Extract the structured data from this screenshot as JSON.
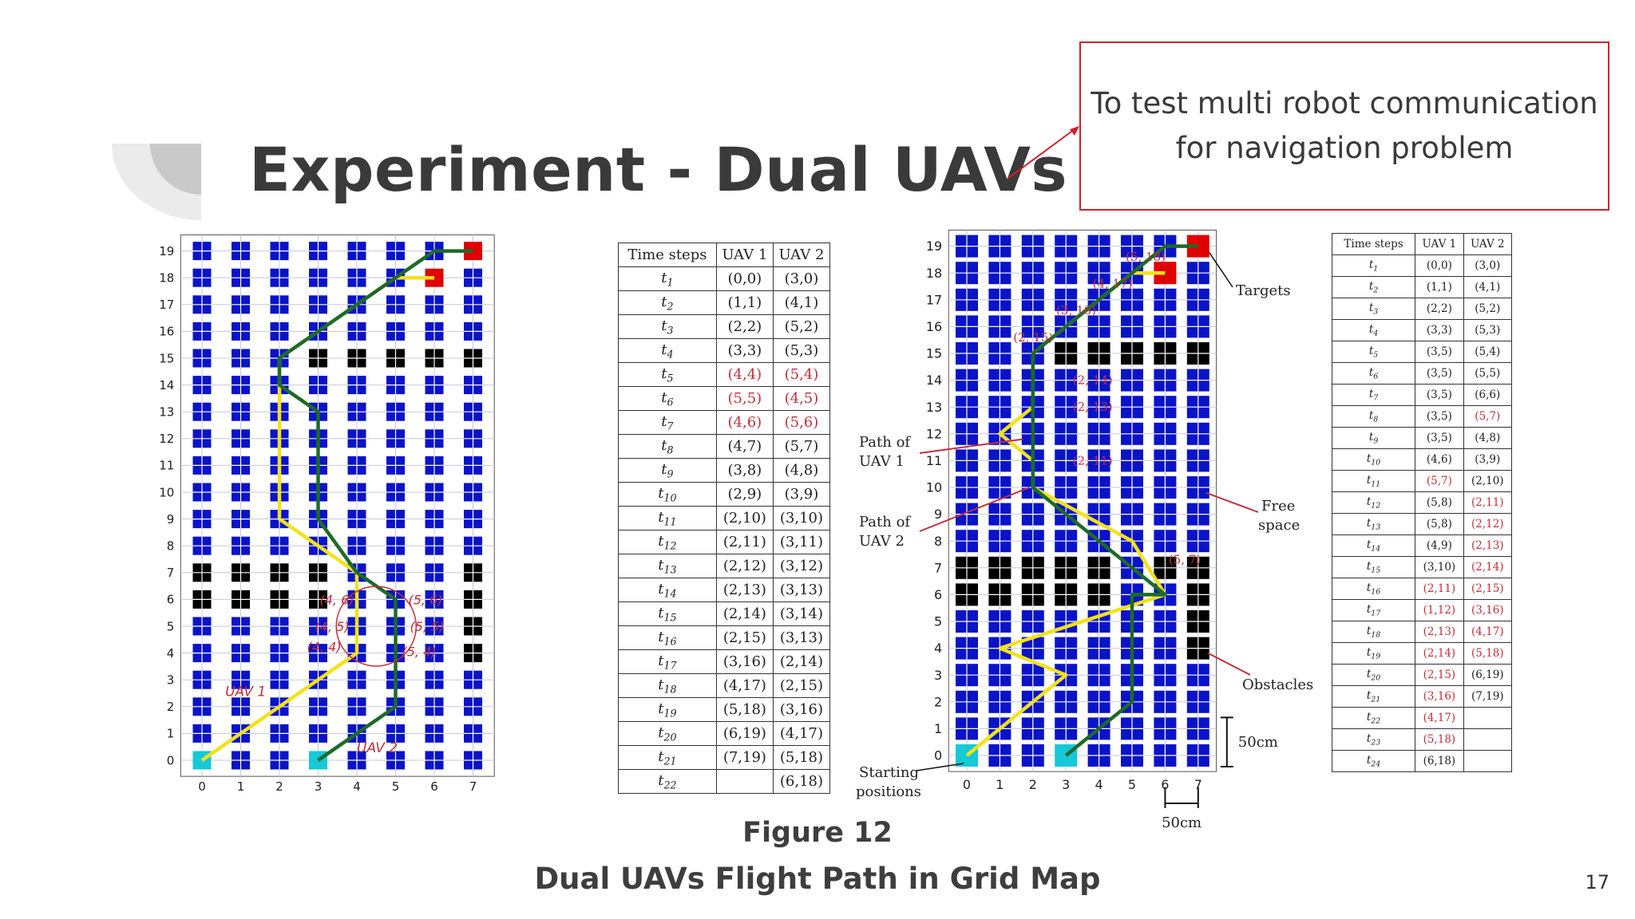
{
  "slide": {
    "title": "Experiment - Dual UAVs",
    "callout_line1": "To test multi robot communication",
    "callout_line2": "for navigation problem",
    "figure_number": "Figure 12",
    "figure_title": "Dual UAVs Flight Path in Grid Map",
    "page_number": "17"
  },
  "colors": {
    "accent": "#d0202a",
    "cell": "#0a13c8",
    "obstacle": "#000000",
    "start": "#16c8d8",
    "target": "#e00000",
    "path_uav1": "#f2e21a",
    "path_uav2": "#1e6a28"
  },
  "left_map": {
    "x_ticks": [
      "0",
      "1",
      "2",
      "3",
      "4",
      "5",
      "6",
      "7"
    ],
    "y_ticks": [
      "0",
      "1",
      "2",
      "3",
      "4",
      "5",
      "6",
      "7",
      "8",
      "9",
      "10",
      "11",
      "12",
      "13",
      "14",
      "15",
      "16",
      "17",
      "18",
      "19"
    ],
    "label_uav1": "UAV 1",
    "label_uav2": "UAV 2",
    "conflict_labels": [
      "(4, 6)",
      "(5, 6)",
      "(4, 5)",
      "(5, 5)",
      "(4, 4)",
      "(5, 4)"
    ],
    "obstacles": [
      [
        0,
        7
      ],
      [
        1,
        7
      ],
      [
        2,
        7
      ],
      [
        3,
        7
      ],
      [
        7,
        7
      ],
      [
        0,
        6
      ],
      [
        1,
        6
      ],
      [
        2,
        6
      ],
      [
        3,
        6
      ],
      [
        7,
        6
      ],
      [
        7,
        5
      ],
      [
        7,
        4
      ],
      [
        3,
        15
      ],
      [
        4,
        15
      ],
      [
        5,
        15
      ],
      [
        6,
        15
      ],
      [
        7,
        15
      ]
    ],
    "starts": [
      [
        0,
        0
      ],
      [
        3,
        0
      ]
    ],
    "targets": [
      [
        6,
        18
      ],
      [
        7,
        19
      ]
    ],
    "path_uav1": [
      [
        0,
        0
      ],
      [
        4,
        4
      ],
      [
        4,
        7
      ],
      [
        2,
        9
      ],
      [
        2,
        15
      ],
      [
        3,
        16
      ],
      [
        4,
        17
      ],
      [
        5,
        18
      ],
      [
        6,
        18
      ]
    ],
    "path_uav2": [
      [
        3,
        0
      ],
      [
        5,
        2
      ],
      [
        5,
        6
      ],
      [
        4,
        7
      ],
      [
        3,
        9
      ],
      [
        3,
        13
      ],
      [
        2,
        14
      ],
      [
        2,
        15
      ],
      [
        6,
        19
      ],
      [
        7,
        19
      ]
    ]
  },
  "table_left": {
    "headers": [
      "Time steps",
      "UAV 1",
      "UAV 2"
    ],
    "rows": [
      {
        "t": "t1",
        "u1": "(0,0)",
        "u2": "(3,0)",
        "r1": false,
        "r2": false
      },
      {
        "t": "t2",
        "u1": "(1,1)",
        "u2": "(4,1)",
        "r1": false,
        "r2": false
      },
      {
        "t": "t3",
        "u1": "(2,2)",
        "u2": "(5,2)",
        "r1": false,
        "r2": false
      },
      {
        "t": "t4",
        "u1": "(3,3)",
        "u2": "(5,3)",
        "r1": false,
        "r2": false
      },
      {
        "t": "t5",
        "u1": "(4,4)",
        "u2": "(5,4)",
        "r1": true,
        "r2": true
      },
      {
        "t": "t6",
        "u1": "(5,5)",
        "u2": "(4,5)",
        "r1": true,
        "r2": true
      },
      {
        "t": "t7",
        "u1": "(4,6)",
        "u2": "(5,6)",
        "r1": true,
        "r2": true
      },
      {
        "t": "t8",
        "u1": "(4,7)",
        "u2": "(5,7)",
        "r1": false,
        "r2": false
      },
      {
        "t": "t9",
        "u1": "(3,8)",
        "u2": "(4,8)",
        "r1": false,
        "r2": false
      },
      {
        "t": "t10",
        "u1": "(2,9)",
        "u2": "(3,9)",
        "r1": false,
        "r2": false
      },
      {
        "t": "t11",
        "u1": "(2,10)",
        "u2": "(3,10)",
        "r1": false,
        "r2": false
      },
      {
        "t": "t12",
        "u1": "(2,11)",
        "u2": "(3,11)",
        "r1": false,
        "r2": false
      },
      {
        "t": "t13",
        "u1": "(2,12)",
        "u2": "(3,12)",
        "r1": false,
        "r2": false
      },
      {
        "t": "t14",
        "u1": "(2,13)",
        "u2": "(3,13)",
        "r1": false,
        "r2": false
      },
      {
        "t": "t15",
        "u1": "(2,14)",
        "u2": "(3,14)",
        "r1": false,
        "r2": false
      },
      {
        "t": "t16",
        "u1": "(2,15)",
        "u2": "(3,13)",
        "r1": false,
        "r2": false
      },
      {
        "t": "t17",
        "u1": "(3,16)",
        "u2": "(2,14)",
        "r1": false,
        "r2": false
      },
      {
        "t": "t18",
        "u1": "(4,17)",
        "u2": "(2,15)",
        "r1": false,
        "r2": false
      },
      {
        "t": "t19",
        "u1": "(5,18)",
        "u2": "(3,16)",
        "r1": false,
        "r2": false
      },
      {
        "t": "t20",
        "u1": "(6,19)",
        "u2": "(4,17)",
        "r1": false,
        "r2": false
      },
      {
        "t": "t21",
        "u1": "(7,19)",
        "u2": "(5,18)",
        "r1": false,
        "r2": false
      },
      {
        "t": "t22",
        "u1": "",
        "u2": "(6,18)",
        "r1": false,
        "r2": false
      }
    ]
  },
  "right_map": {
    "x_ticks": [
      "0",
      "1",
      "2",
      "3",
      "4",
      "5",
      "6",
      "7"
    ],
    "y_ticks": [
      "0",
      "1",
      "2",
      "3",
      "4",
      "5",
      "6",
      "7",
      "8",
      "9",
      "10",
      "11",
      "12",
      "13",
      "14",
      "15",
      "16",
      "17",
      "18",
      "19"
    ],
    "labels": {
      "targets": "Targets",
      "path_uav1_a": "Path of",
      "path_uav1_b": "UAV 1",
      "path_uav2_a": "Path of",
      "path_uav2_b": "UAV 2",
      "free_a": "Free",
      "free_b": "space",
      "obstacles": "Obstacles",
      "start_a": "Starting",
      "start_b": "positions",
      "dim_vertical": "50cm",
      "dim_horizontal": "50cm"
    },
    "point_labels": [
      "(5, 18)",
      "(4, 17)",
      "(3, 16)",
      "(2, 15)",
      "(2, 14)",
      "(2, 13)",
      "(2, 11)",
      "(5, 7)"
    ],
    "obstacles": [
      [
        0,
        7
      ],
      [
        1,
        7
      ],
      [
        2,
        7
      ],
      [
        3,
        7
      ],
      [
        4,
        7
      ],
      [
        6,
        7
      ],
      [
        7,
        7
      ],
      [
        0,
        6
      ],
      [
        1,
        6
      ],
      [
        2,
        6
      ],
      [
        3,
        6
      ],
      [
        4,
        6
      ],
      [
        7,
        6
      ],
      [
        7,
        5
      ],
      [
        7,
        4
      ],
      [
        3,
        15
      ],
      [
        4,
        15
      ],
      [
        5,
        15
      ],
      [
        6,
        15
      ],
      [
        7,
        15
      ]
    ],
    "starts": [
      [
        0,
        0
      ],
      [
        3,
        0
      ]
    ],
    "targets": [
      [
        6,
        18
      ],
      [
        7,
        19
      ]
    ],
    "path_uav1": [
      [
        0,
        0
      ],
      [
        3,
        3
      ],
      [
        1,
        4
      ],
      [
        6,
        6
      ],
      [
        5,
        8
      ],
      [
        2,
        10
      ],
      [
        2,
        11
      ],
      [
        1,
        12
      ],
      [
        2,
        13
      ],
      [
        2,
        15
      ],
      [
        3,
        16
      ],
      [
        4,
        17
      ],
      [
        5,
        18
      ],
      [
        6,
        18
      ]
    ],
    "path_uav2": [
      [
        3,
        0
      ],
      [
        5,
        2
      ],
      [
        5,
        6
      ],
      [
        6,
        6
      ],
      [
        5,
        7
      ],
      [
        3,
        9
      ],
      [
        2,
        10
      ],
      [
        2,
        15
      ],
      [
        3,
        16
      ],
      [
        4,
        17
      ],
      [
        5,
        18
      ],
      [
        6,
        19
      ],
      [
        7,
        19
      ]
    ]
  },
  "table_right": {
    "headers": [
      "Time steps",
      "UAV 1",
      "UAV 2"
    ],
    "rows": [
      {
        "t": "t1",
        "u1": "(0,0)",
        "u2": "(3,0)",
        "r1": false,
        "r2": false
      },
      {
        "t": "t2",
        "u1": "(1,1)",
        "u2": "(4,1)",
        "r1": false,
        "r2": false
      },
      {
        "t": "t3",
        "u1": "(2,2)",
        "u2": "(5,2)",
        "r1": false,
        "r2": false
      },
      {
        "t": "t4",
        "u1": "(3,3)",
        "u2": "(5,3)",
        "r1": false,
        "r2": false
      },
      {
        "t": "t5",
        "u1": "(3,5)",
        "u2": "(5,4)",
        "r1": false,
        "r2": false
      },
      {
        "t": "t6",
        "u1": "(3,5)",
        "u2": "(5,5)",
        "r1": false,
        "r2": false
      },
      {
        "t": "t7",
        "u1": "(3,5)",
        "u2": "(6,6)",
        "r1": false,
        "r2": false
      },
      {
        "t": "t8",
        "u1": "(3,5)",
        "u2": "(5,7)",
        "r1": false,
        "r2": true
      },
      {
        "t": "t9",
        "u1": "(3,5)",
        "u2": "(4,8)",
        "r1": false,
        "r2": false
      },
      {
        "t": "t10",
        "u1": "(4,6)",
        "u2": "(3,9)",
        "r1": false,
        "r2": false
      },
      {
        "t": "t11",
        "u1": "(5,7)",
        "u2": "(2,10)",
        "r1": true,
        "r2": false
      },
      {
        "t": "t12",
        "u1": "(5,8)",
        "u2": "(2,11)",
        "r1": false,
        "r2": true
      },
      {
        "t": "t13",
        "u1": "(5,8)",
        "u2": "(2,12)",
        "r1": false,
        "r2": true
      },
      {
        "t": "t14",
        "u1": "(4,9)",
        "u2": "(2,13)",
        "r1": false,
        "r2": true
      },
      {
        "t": "t15",
        "u1": "(3,10)",
        "u2": "(2,14)",
        "r1": false,
        "r2": true
      },
      {
        "t": "t16",
        "u1": "(2,11)",
        "u2": "(2,15)",
        "r1": true,
        "r2": true
      },
      {
        "t": "t17",
        "u1": "(1,12)",
        "u2": "(3,16)",
        "r1": true,
        "r2": true
      },
      {
        "t": "t18",
        "u1": "(2,13)",
        "u2": "(4,17)",
        "r1": true,
        "r2": true
      },
      {
        "t": "t19",
        "u1": "(2,14)",
        "u2": "(5,18)",
        "r1": true,
        "r2": true
      },
      {
        "t": "t20",
        "u1": "(2,15)",
        "u2": "(6,19)",
        "r1": true,
        "r2": false
      },
      {
        "t": "t21",
        "u1": "(3,16)",
        "u2": "(7,19)",
        "r1": true,
        "r2": false
      },
      {
        "t": "t22",
        "u1": "(4,17)",
        "u2": "",
        "r1": true,
        "r2": false
      },
      {
        "t": "t23",
        "u1": "(5,18)",
        "u2": "",
        "r1": true,
        "r2": false
      },
      {
        "t": "t24",
        "u1": "(6,18)",
        "u2": "",
        "r1": false,
        "r2": false
      }
    ]
  }
}
